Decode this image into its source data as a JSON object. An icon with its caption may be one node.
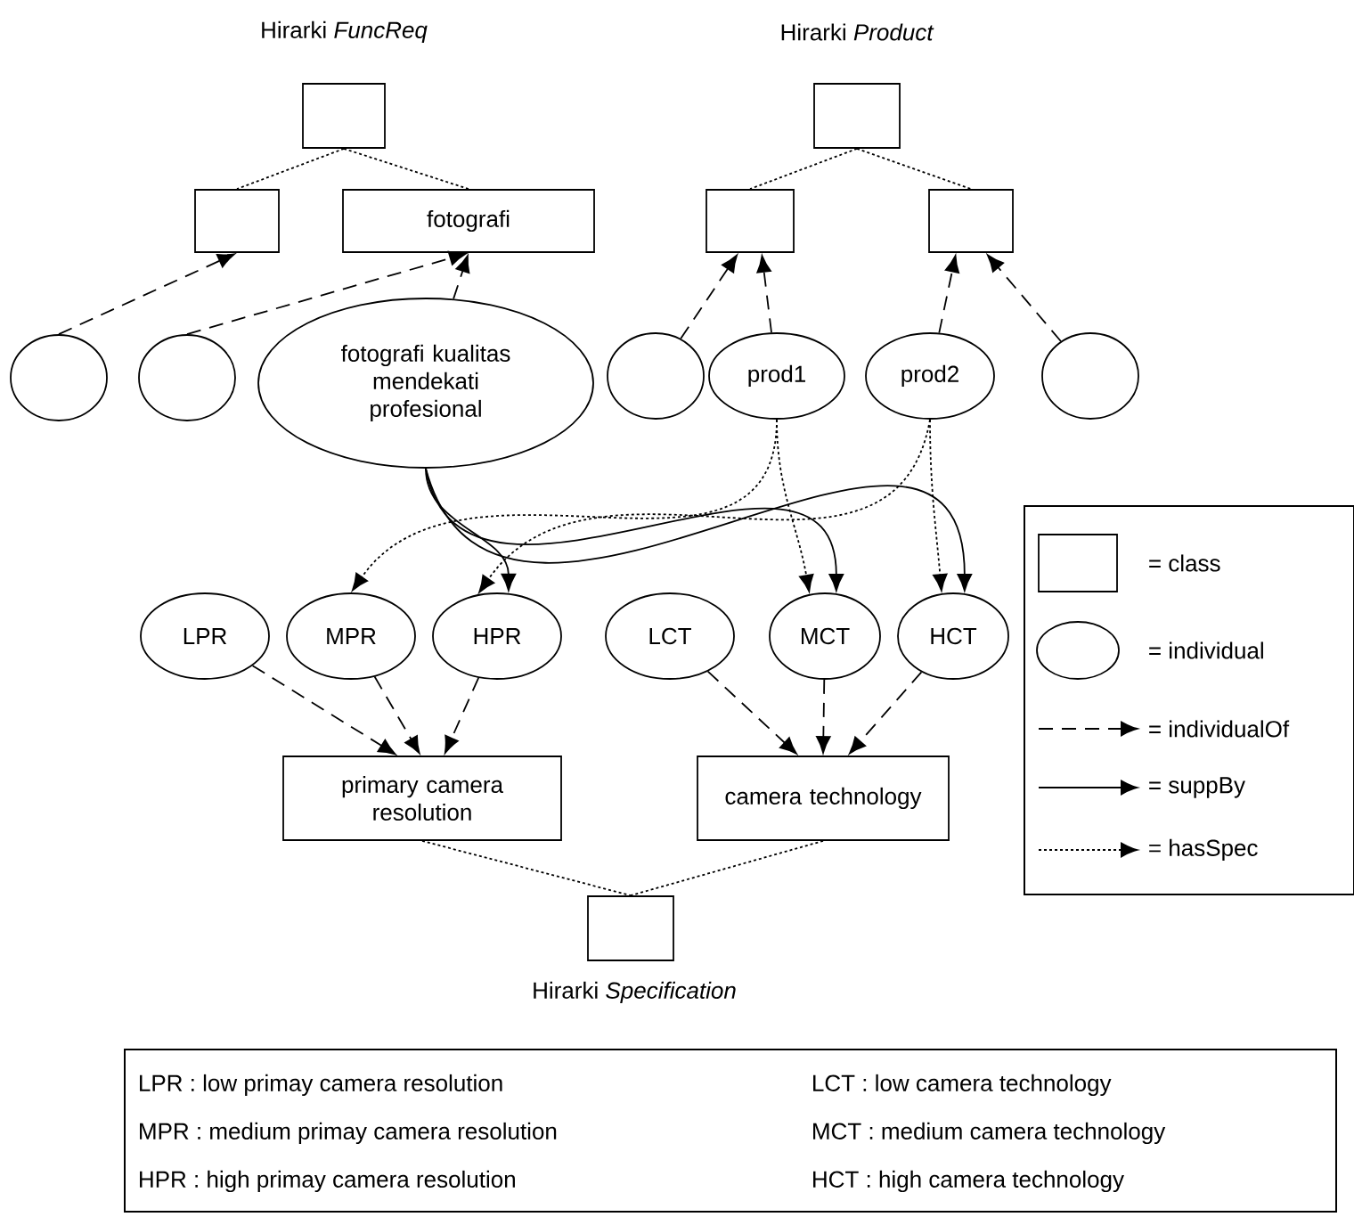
{
  "diagram": {
    "nodes": [
      {
        "text": [],
        "shape": "box"
      },
      {
        "text": [],
        "shape": "box"
      },
      {
        "text": [
          "fotografi"
        ]
      },
      {
        "text": [],
        "shape": "circle"
      },
      {
        "text": [],
        "shape": "circle"
      },
      {
        "text": [
          "fotografi kualitas mendekati profesional"
        ]
      },
      {
        "text": [],
        "shape": "box"
      },
      {
        "text": [],
        "shape": "box"
      },
      {
        "text": [],
        "shape": "box"
      },
      {
        "text": [],
        "shape": "circle"
      },
      {
        "text": [
          "prod1"
        ]
      },
      {
        "text": [
          "prod2"
        ]
      },
      {
        "text": [],
        "shape": "circle"
      },
      {
        "text": [
          "LPR"
        ]
      },
      {
        "text": [
          "MPR"
        ]
      },
      {
        "text": [
          "HPR"
        ]
      },
      {
        "text": [
          "LCT"
        ]
      },
      {
        "text": [
          "MCT"
        ]
      },
      {
        "text": [
          "HCT"
        ]
      },
      {
        "text": [
          "primary camera resolution"
        ]
      },
      {
        "text": [
          "camera technology"
        ]
      },
      {
        "text": [],
        "shape": "box"
      }
    ],
    "edges": [
      {
        "from": 0,
        "to": 1,
        "arrow": "none",
        "style": "dashed"
      },
      {
        "from": 0,
        "to": 2,
        "arrow": "none",
        "style": "dashed"
      },
      {
        "from": 3,
        "to": 1,
        "arrow": "to",
        "style": "dashed"
      },
      {
        "from": 4,
        "to": 2,
        "arrow": "to",
        "style": "dashed"
      },
      {
        "from": 5,
        "to": 2,
        "arrow": "to",
        "style": "dashed"
      },
      {
        "from": 6,
        "to": 7,
        "arrow": "none",
        "style": "dashed"
      },
      {
        "from": 6,
        "to": 8,
        "arrow": "none",
        "style": "dashed"
      },
      {
        "from": 9,
        "to": 7,
        "arrow": "to",
        "style": "dashed"
      },
      {
        "from": 10,
        "to": 7,
        "arrow": "to",
        "style": "dashed"
      },
      {
        "from": 11,
        "to": 8,
        "arrow": "to",
        "style": "dashed"
      },
      {
        "from": 12,
        "to": 8,
        "arrow": "to",
        "style": "dashed"
      },
      {
        "from": 10,
        "to": 14,
        "arrow": "to",
        "style": "dashed"
      },
      {
        "from": 10,
        "to": 17,
        "arrow": "to",
        "style": "dashed"
      },
      {
        "from": 11,
        "to": 15,
        "arrow": "to",
        "style": "dashed"
      },
      {
        "from": 11,
        "to": 18,
        "arrow": "to",
        "style": "dashed"
      },
      {
        "from": 5,
        "to": 15,
        "arrow": "to"
      },
      {
        "from": 5,
        "to": 17,
        "arrow": "to"
      },
      {
        "from": 5,
        "to": 18,
        "arrow": "to"
      },
      {
        "from": 13,
        "to": 19,
        "arrow": "to",
        "style": "dashed"
      },
      {
        "from": 14,
        "to": 19,
        "arrow": "to",
        "style": "dashed"
      },
      {
        "from": 15,
        "to": 19,
        "arrow": "to",
        "style": "dashed"
      },
      {
        "from": 16,
        "to": 20,
        "arrow": "to",
        "style": "dashed"
      },
      {
        "from": 17,
        "to": 20,
        "arrow": "to",
        "style": "dashed"
      },
      {
        "from": 18,
        "to": 20,
        "arrow": "to",
        "style": "dashed"
      },
      {
        "from": 19,
        "to": 21,
        "arrow": "none",
        "style": "dashed"
      },
      {
        "from": 20,
        "to": 21,
        "arrow": "none",
        "style": "dashed"
      }
    ],
    "labels": [
      "Hirarki *FuncReq*",
      "Hirarki *Product*",
      "Hirarki *Specification*",
      "LPR : low primay camera resolution",
      "LCT : low camera technology",
      "MPR : medium primay camera resolution",
      "MCT : medium  camera technology",
      "HPR : high primay camera resolution",
      "HCT : high  camera technology"
    ],
    "legend": [
      {
        "text": "= class"
      },
      {
        "text": "= individual"
      },
      {
        "text": "= individualOf"
      },
      {
        "text": "= suppBy"
      },
      {
        "text": "= hasSpec"
      }
    ]
  }
}
